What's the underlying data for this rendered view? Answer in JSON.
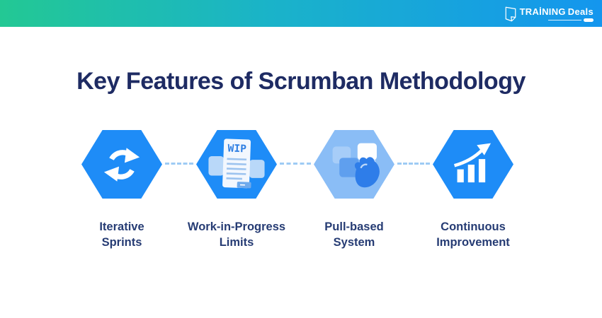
{
  "header": {
    "brand_training": "TRAİNING",
    "brand_deals": "Deals"
  },
  "title": "Key Features of Scrumban Methodology",
  "features": [
    {
      "name": "iterative-sprints",
      "label_line1": "Iterative",
      "label_line2": "Sprints"
    },
    {
      "name": "wip-limits",
      "label_line1": "Work-in-Progress",
      "label_line2": "Limits",
      "icon_text": "WIP"
    },
    {
      "name": "pull-based-system",
      "label_line1": "Pull-based",
      "label_line2": "System"
    },
    {
      "name": "continuous-improvement",
      "label_line1": "Continuous",
      "label_line2": "Improvement"
    }
  ],
  "colors": {
    "header_gradient_from": "#23c894",
    "header_gradient_to": "#1496ee",
    "hexagon_blue": "#1e8cf7",
    "hexagon_light_blue": "#8abdf6",
    "title_navy": "#1e2b63",
    "label_navy": "#263c74",
    "connector_blue": "#9ecbf4"
  }
}
